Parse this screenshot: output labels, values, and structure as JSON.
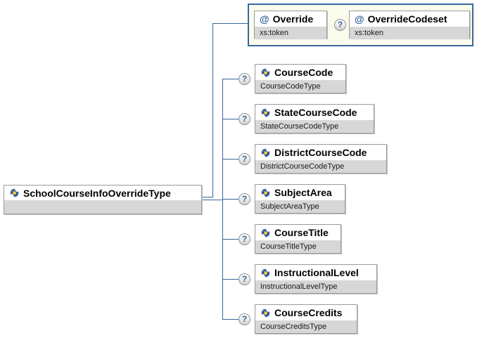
{
  "diagram": {
    "optional_indicator": "?",
    "root": {
      "name": "SchoolCourseInfoOverrideType",
      "icon": "complex-type-diamond-icon"
    },
    "attribute_group": {
      "attributes": [
        {
          "marker": "@",
          "name": "Override",
          "type": "xs:token",
          "optional": false
        },
        {
          "marker": "@",
          "name": "OverrideCodeset",
          "type": "xs:token",
          "optional": true
        }
      ]
    },
    "elements": [
      {
        "name": "CourseCode",
        "type": "CourseCodeType",
        "icon": "complex-type-diamond-icon",
        "optional": true
      },
      {
        "name": "StateCourseCode",
        "type": "StateCourseCodeType",
        "icon": "complex-type-diamond-icon",
        "optional": true
      },
      {
        "name": "DistrictCourseCode",
        "type": "DistrictCourseCodeType",
        "icon": "complex-type-diamond-icon",
        "optional": true
      },
      {
        "name": "SubjectArea",
        "type": "SubjectAreaType",
        "icon": "complex-type-diamond-icon",
        "optional": true
      },
      {
        "name": "CourseTitle",
        "type": "CourseTitleType",
        "icon": "complex-type-diamond-icon",
        "optional": true
      },
      {
        "name": "InstructionalLevel",
        "type": "InstructionalLevelType",
        "icon": "complex-type-diamond-icon",
        "optional": true
      },
      {
        "name": "CourseCredits",
        "type": "CourseCreditsType",
        "icon": "complex-type-diamond-icon",
        "optional": true
      }
    ],
    "colors": {
      "connector": "#336699",
      "frame_fill": "#fbfbec",
      "frame_border": "#36699e",
      "box_border": "#9a9a9a",
      "box_footer": "#d7d7d7",
      "at_symbol": "#2e6496",
      "icon_blue": "#2c5faa",
      "icon_yellow": "#ffcf4a",
      "icon_outline": "#17376b"
    }
  }
}
